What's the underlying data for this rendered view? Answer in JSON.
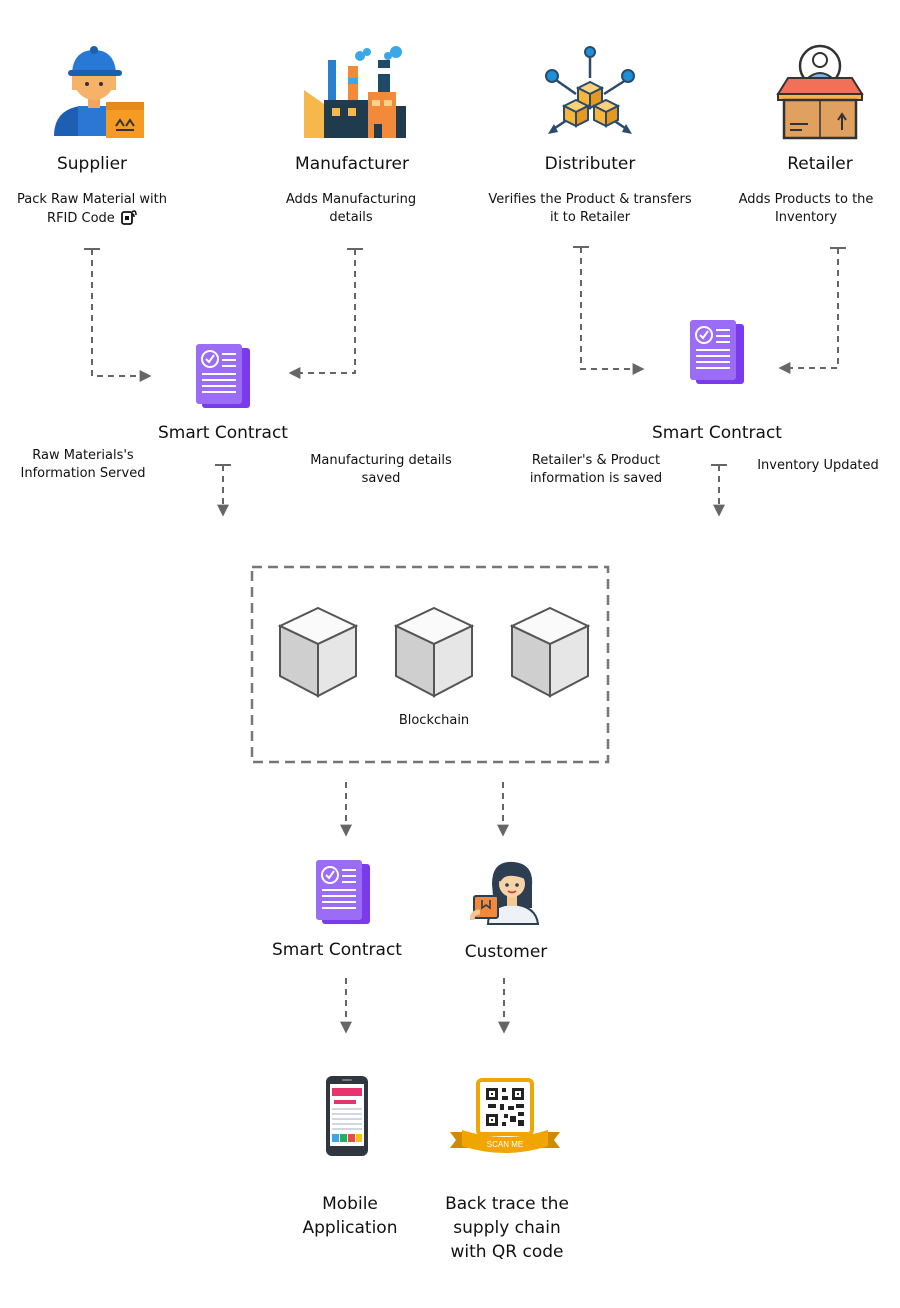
{
  "actors": {
    "supplier": {
      "title": "Supplier",
      "desc": "Pack Raw Material with RFID Code"
    },
    "manufacturer": {
      "title": "Manufacturer",
      "desc": "Adds Manufacturing details"
    },
    "distributer": {
      "title": "Distributer",
      "desc": "Verifies the Product & transfers it to Retailer"
    },
    "retailer": {
      "title": "Retailer",
      "desc": "Adds Products to the Inventory"
    }
  },
  "contracts": {
    "left": {
      "title": "Smart Contract",
      "note_left": "Raw Materials's Information Served",
      "note_right": "Manufacturing details saved"
    },
    "right": {
      "title": "Smart Contract",
      "note_left": "Retailer's & Product information is saved",
      "note_right": "Inventory Updated"
    },
    "bottom": {
      "title": "Smart Contract"
    }
  },
  "blockchain": {
    "label": "Blockchain"
  },
  "customer": {
    "title": "Customer"
  },
  "mobile": {
    "title": "Mobile Application"
  },
  "qr": {
    "title": "Back trace the supply chain with QR code",
    "badge": "SCAN ME"
  },
  "colors": {
    "contract": "#8b5cf6",
    "arrow": "#666666",
    "ribbon": "#f0a500"
  }
}
